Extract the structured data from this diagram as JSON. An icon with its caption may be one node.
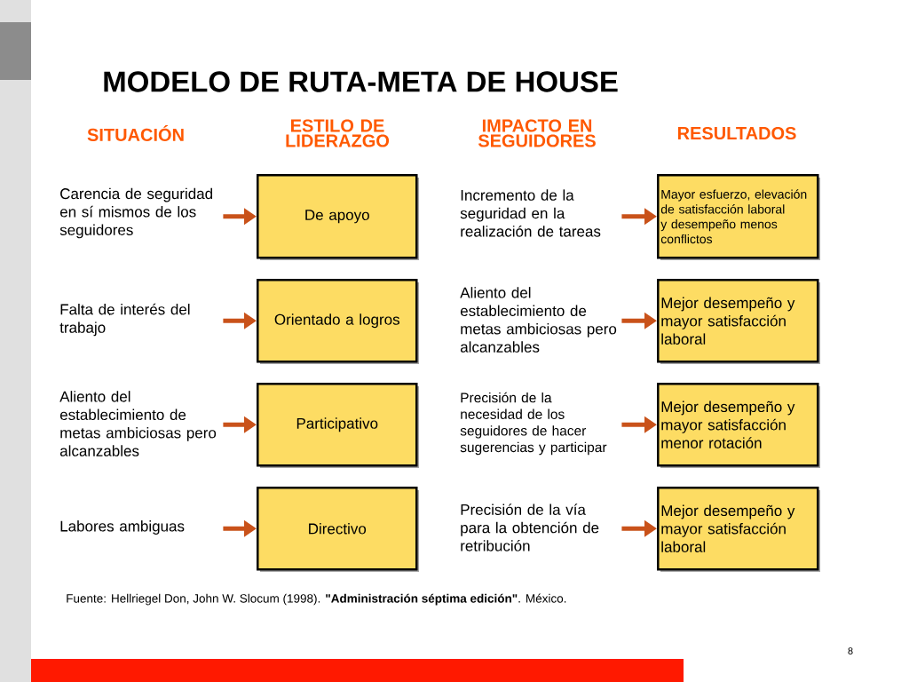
{
  "diagram": {
    "title": "MODELO DE RUTA-META DE HOUSE",
    "caption": "Fuente: Hellriegel Don, John W. Slocum (1998). **\"Administración séptima edición\"**. México.",
    "nodes": [
      {
        "text": [
          "Carencia de seguridad en sí mismos de los seguidores"
        ]
      },
      {
        "text": [
          "Falta de interés del trabajo"
        ]
      },
      {
        "text": [
          "Aliento del establecimiento de metas ambiciosas pero alcanzables"
        ]
      },
      {
        "text": [
          "Labores ambiguas"
        ]
      },
      {
        "text": [
          "De apoyo"
        ]
      },
      {
        "text": [
          "Orientado a logros"
        ]
      },
      {
        "text": [
          "Participativo"
        ]
      },
      {
        "text": [
          "Directivo"
        ]
      },
      {
        "text": [
          "Incremento de la seguridad en la realización de tareas"
        ]
      },
      {
        "text": [
          "Aliento del establecimiento de metas ambiciosas pero alcanzables"
        ]
      },
      {
        "text": [
          "Precisión de la necesidad de los seguidores de hacer sugerencias y participar"
        ]
      },
      {
        "text": [
          "Precisión de la vía para la obtención de retribución"
        ]
      },
      {
        "text": [
          "Mayor esfuerzo, elevación de satisfacción laboral y desempeño menos conflictos"
        ]
      },
      {
        "text": [
          "Mejor desempeño y mayor satisfacción laboral"
        ]
      },
      {
        "text": [
          "Mejor desempeño y mayor satisfacción menor rotación"
        ]
      },
      {
        "text": [
          "Mejor desempeño y mayor satisfacción laboral"
        ]
      }
    ],
    "edges": [
      {
        "from": 0,
        "to": 4,
        "arrow": "to"
      },
      {
        "from": 1,
        "to": 5,
        "arrow": "to"
      },
      {
        "from": 2,
        "to": 6,
        "arrow": "to"
      },
      {
        "from": 3,
        "to": 7,
        "arrow": "to"
      },
      {
        "from": 8,
        "to": 12,
        "arrow": "to"
      },
      {
        "from": 9,
        "to": 13,
        "arrow": "to"
      },
      {
        "from": 10,
        "to": 14,
        "arrow": "to"
      },
      {
        "from": 11,
        "to": 15,
        "arrow": "to"
      }
    ],
    "labels": [
      "SITUACIÓN",
      "ESTILO DE LIDERAZGO",
      "IMPACTO EN SEGUIDORES",
      "RESULTADOS",
      "8"
    ]
  }
}
